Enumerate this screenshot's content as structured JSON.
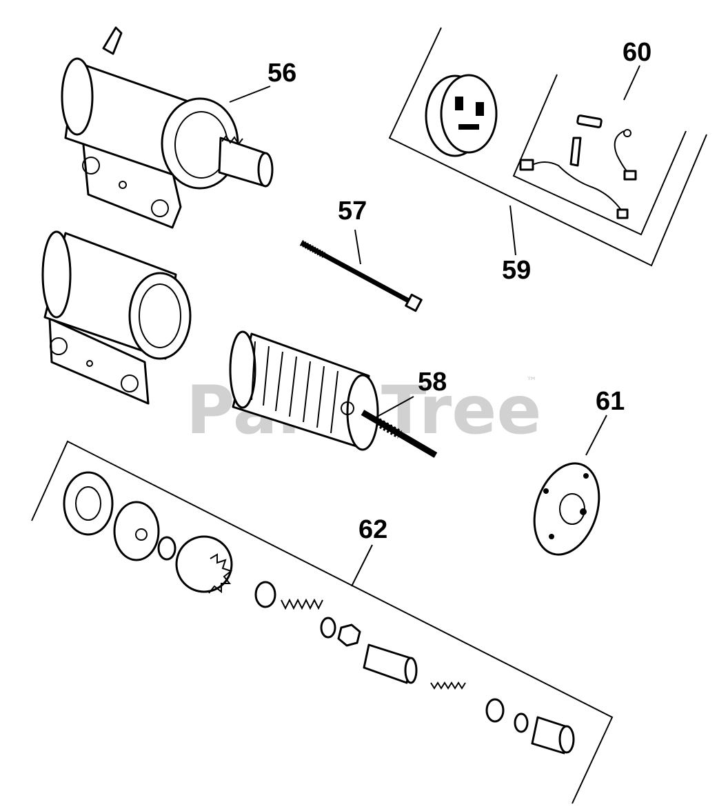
{
  "diagram": {
    "watermark": "PartsTree",
    "trademark": "™",
    "callouts": {
      "c56": "56",
      "c57": "57",
      "c58": "58",
      "c59": "59",
      "c60": "60",
      "c61": "61",
      "c62": "62"
    }
  }
}
